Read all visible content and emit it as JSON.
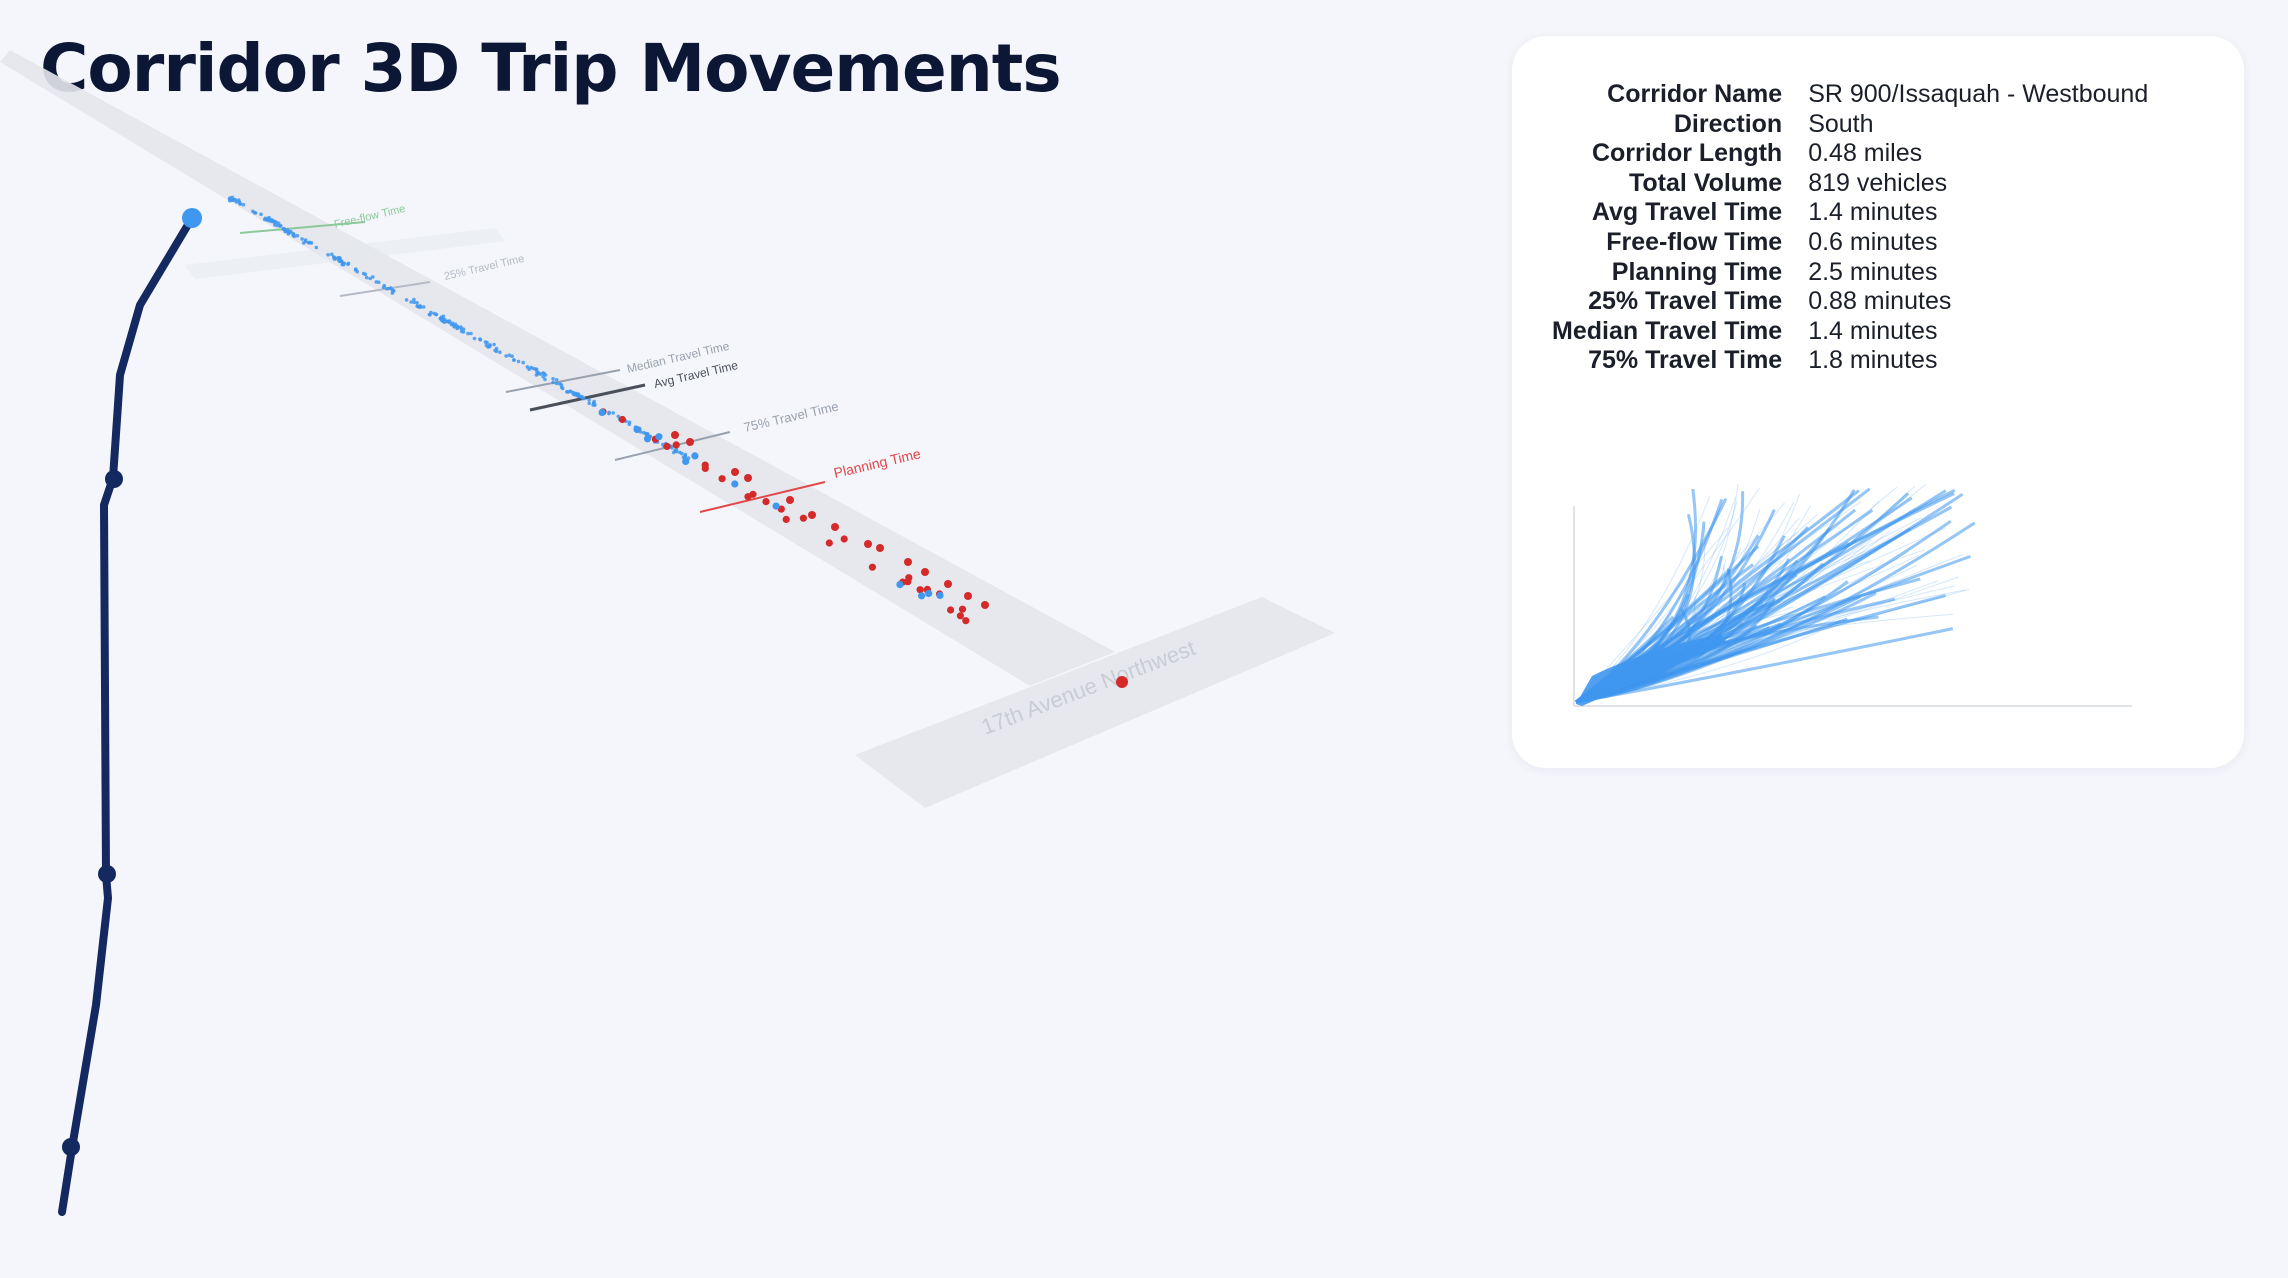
{
  "title": "Corridor 3D Trip Movements",
  "corridor_stats": [
    {
      "label": "Corridor Name",
      "value": "SR 900/Issaquah - Westbound"
    },
    {
      "label": "Direction",
      "value": "South"
    },
    {
      "label": "Corridor Length",
      "value": "0.48 miles"
    },
    {
      "label": "Total Volume",
      "value": "819 vehicles"
    },
    {
      "label": "Avg Travel Time",
      "value": "1.4 minutes"
    },
    {
      "label": "Free-flow Time",
      "value": "0.6 minutes"
    },
    {
      "label": "Planning Time",
      "value": "2.5 minutes"
    },
    {
      "label": "25% Travel Time",
      "value": "0.88 minutes"
    },
    {
      "label": "Median Travel Time",
      "value": "1.4 minutes"
    },
    {
      "label": "75% Travel Time",
      "value": "1.8 minutes"
    }
  ],
  "scene": {
    "threshold_labels": [
      {
        "text": "Free-flow Time",
        "color": "#8cc99a"
      },
      {
        "text": "25% Travel Time",
        "color": "#b5bac6"
      },
      {
        "text": "Median Travel Time",
        "color": "#9aa1ae"
      },
      {
        "text": "Avg Travel Time",
        "color": "#4a4f5a"
      },
      {
        "text": "75% Travel Time",
        "color": "#9aa1ae"
      },
      {
        "text": "Planning Time",
        "color": "#e0484a"
      }
    ],
    "cross_street_label": "17th Avenue Northwest",
    "colors": {
      "route": "#13295f",
      "trip_fast": "#3f97ef",
      "trip_slow": "#d42a2a",
      "bar": "#e4e7ec"
    }
  }
}
